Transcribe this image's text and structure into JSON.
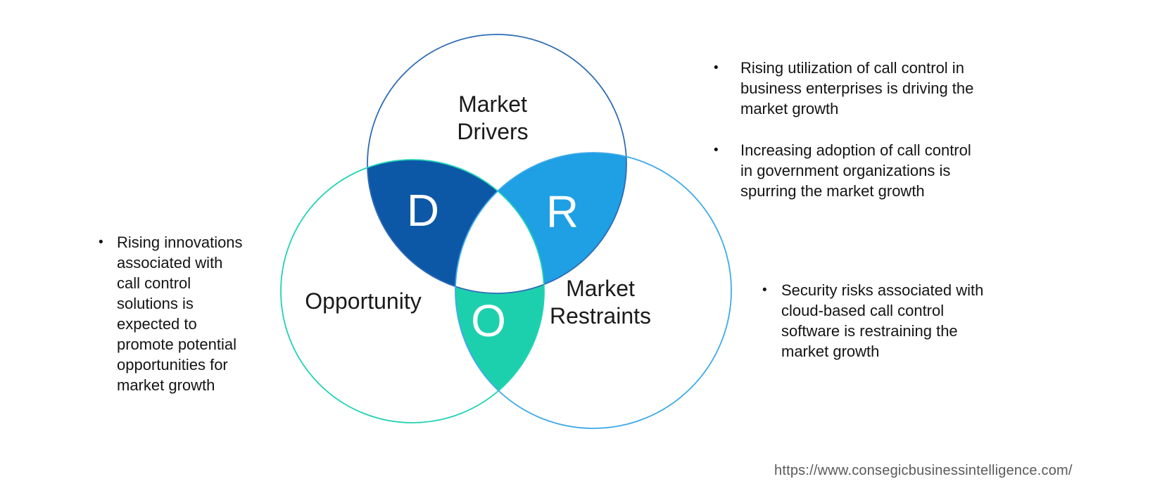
{
  "venn": {
    "drivers": {
      "label_lines": [
        "Market",
        "Drivers"
      ],
      "letter": "D",
      "outline_color": "#2e6cb5",
      "intersection_fill": "#0d57a7"
    },
    "opportunity": {
      "label_lines": [
        "Opportunity"
      ],
      "letter": "O",
      "outline_color": "#21d3b4",
      "intersection_fill": "#1dd0ad"
    },
    "restraints": {
      "label_lines": [
        "Market",
        "Restraints"
      ],
      "letter": "R",
      "outline_color": "#3eaae8",
      "intersection_fill": "#1f9fe4"
    }
  },
  "bullet_char": "•",
  "bullets": {
    "top_right": {
      "items": [
        "Rising utilization of call control in\nbusiness enterprises is driving the\nmarket growth",
        "Increasing adoption of call control\nin government organizations is\nspurring the market growth"
      ]
    },
    "left": {
      "items": [
        "Rising innovations\nassociated with\ncall control\nsolutions is\nexpected to\npromote potential\nopportunities for\nmarket growth"
      ]
    },
    "bottom_right": {
      "items": [
        "Security risks associated with\ncloud-based call control\nsoftware is restraining the\nmarket growth"
      ]
    }
  },
  "footer": {
    "url": "https://www.consegicbusinessintelligence.com/"
  }
}
